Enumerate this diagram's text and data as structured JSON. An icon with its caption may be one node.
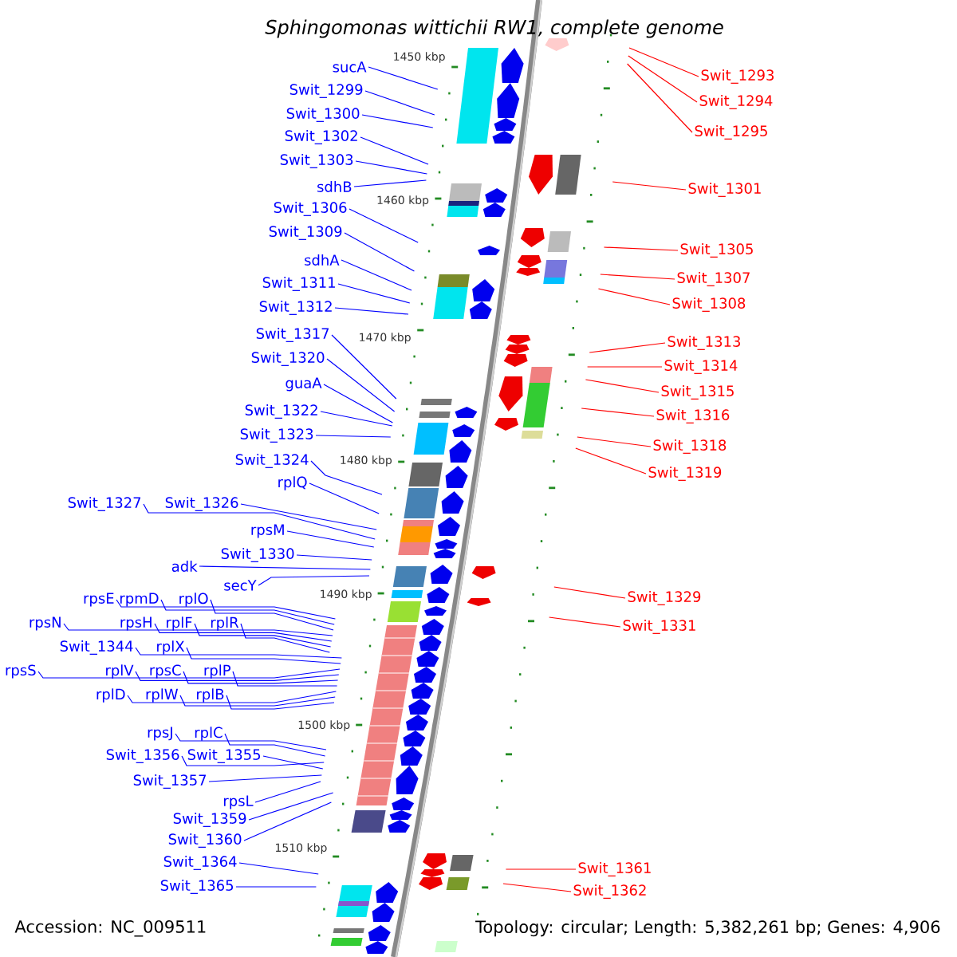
{
  "diagram": {
    "title": "Sphingomonas wittichii RW1, complete genome",
    "nodes": [
      {
        "text": [
          "sucA"
        ]
      },
      {
        "text": [
          "Swit_1299"
        ]
      },
      {
        "text": [
          "Swit_1300"
        ]
      },
      {
        "text": [
          "Swit_1302"
        ]
      },
      {
        "text": [
          "Swit_1303"
        ]
      },
      {
        "text": [
          "sdhB"
        ]
      },
      {
        "text": [
          "Swit_1306"
        ]
      },
      {
        "text": [
          "Swit_1309"
        ]
      },
      {
        "text": [
          "sdhA"
        ]
      },
      {
        "text": [
          "Swit_1311"
        ]
      },
      {
        "text": [
          "Swit_1312"
        ]
      },
      {
        "text": [
          "Swit_1317"
        ]
      },
      {
        "text": [
          "Swit_1320"
        ]
      },
      {
        "text": [
          "guaA"
        ]
      },
      {
        "text": [
          "Swit_1322"
        ]
      },
      {
        "text": [
          "Swit_1323"
        ]
      },
      {
        "text": [
          "Swit_1324"
        ]
      },
      {
        "text": [
          "rplQ"
        ]
      },
      {
        "text": [
          "Swit_1327"
        ]
      },
      {
        "text": [
          "Swit_1326"
        ]
      },
      {
        "text": [
          "rpsM"
        ]
      },
      {
        "text": [
          "Swit_1330"
        ]
      },
      {
        "text": [
          "adk"
        ]
      },
      {
        "text": [
          "secY"
        ]
      },
      {
        "text": [
          "rpsE"
        ]
      },
      {
        "text": [
          "rpmD"
        ]
      },
      {
        "text": [
          "rplO"
        ]
      },
      {
        "text": [
          "rpsN"
        ]
      },
      {
        "text": [
          "rpsH"
        ]
      },
      {
        "text": [
          "rplF"
        ]
      },
      {
        "text": [
          "rplR"
        ]
      },
      {
        "text": [
          "Swit_1344"
        ]
      },
      {
        "text": [
          "rplX"
        ]
      },
      {
        "text": [
          "rpsS"
        ]
      },
      {
        "text": [
          "rplV"
        ]
      },
      {
        "text": [
          "rpsC"
        ]
      },
      {
        "text": [
          "rplP"
        ]
      },
      {
        "text": [
          "rplD"
        ]
      },
      {
        "text": [
          "rplW"
        ]
      },
      {
        "text": [
          "rplB"
        ]
      },
      {
        "text": [
          "rpsJ"
        ]
      },
      {
        "text": [
          "rplC"
        ]
      },
      {
        "text": [
          "Swit_1356"
        ]
      },
      {
        "text": [
          "Swit_1355"
        ]
      },
      {
        "text": [
          "Swit_1357"
        ]
      },
      {
        "text": [
          "rpsL"
        ]
      },
      {
        "text": [
          "Swit_1359"
        ]
      },
      {
        "text": [
          "Swit_1360"
        ]
      },
      {
        "text": [
          "Swit_1364"
        ]
      },
      {
        "text": [
          "Swit_1365"
        ]
      },
      {
        "text": [
          "Swit_1293"
        ]
      },
      {
        "text": [
          "Swit_1294"
        ]
      },
      {
        "text": [
          "Swit_1295"
        ]
      },
      {
        "text": [
          "Swit_1301"
        ]
      },
      {
        "text": [
          "Swit_1305"
        ]
      },
      {
        "text": [
          "Swit_1307"
        ]
      },
      {
        "text": [
          "Swit_1308"
        ]
      },
      {
        "text": [
          "Swit_1313"
        ]
      },
      {
        "text": [
          "Swit_1314"
        ]
      },
      {
        "text": [
          "Swit_1315"
        ]
      },
      {
        "text": [
          "Swit_1316"
        ]
      },
      {
        "text": [
          "Swit_1318"
        ]
      },
      {
        "text": [
          "Swit_1319"
        ]
      },
      {
        "text": [
          "Swit_1329"
        ]
      },
      {
        "text": [
          "Swit_1331"
        ]
      },
      {
        "text": [
          "Swit_1361"
        ]
      },
      {
        "text": [
          "Swit_1362"
        ]
      }
    ],
    "edges": [
      {
        "from": 0,
        "to": null,
        "arrow": "none"
      },
      {
        "from": 1,
        "to": null,
        "arrow": "none"
      },
      {
        "from": 2,
        "to": null,
        "arrow": "none"
      },
      {
        "from": 3,
        "to": null,
        "arrow": "none"
      },
      {
        "from": 4,
        "to": null,
        "arrow": "none"
      },
      {
        "from": 5,
        "to": null,
        "arrow": "none"
      },
      {
        "from": 6,
        "to": null,
        "arrow": "none"
      },
      {
        "from": 7,
        "to": null,
        "arrow": "none"
      },
      {
        "from": 8,
        "to": null,
        "arrow": "none"
      },
      {
        "from": 9,
        "to": null,
        "arrow": "none"
      },
      {
        "from": 10,
        "to": null,
        "arrow": "none"
      },
      {
        "from": 11,
        "to": null,
        "arrow": "none"
      },
      {
        "from": 12,
        "to": null,
        "arrow": "none"
      },
      {
        "from": 13,
        "to": null,
        "arrow": "none"
      },
      {
        "from": 14,
        "to": null,
        "arrow": "none"
      },
      {
        "from": 15,
        "to": null,
        "arrow": "none"
      },
      {
        "from": 16,
        "to": null,
        "arrow": "none"
      },
      {
        "from": 17,
        "to": null,
        "arrow": "none"
      },
      {
        "from": 18,
        "to": null,
        "arrow": "none"
      },
      {
        "from": 19,
        "to": null,
        "arrow": "none"
      },
      {
        "from": 20,
        "to": null,
        "arrow": "none"
      },
      {
        "from": 21,
        "to": null,
        "arrow": "none"
      },
      {
        "from": 22,
        "to": null,
        "arrow": "none"
      },
      {
        "from": 23,
        "to": null,
        "arrow": "none"
      },
      {
        "from": 24,
        "to": null,
        "arrow": "none"
      },
      {
        "from": 25,
        "to": null,
        "arrow": "none"
      },
      {
        "from": 26,
        "to": null,
        "arrow": "none"
      },
      {
        "from": 27,
        "to": null,
        "arrow": "none"
      },
      {
        "from": 28,
        "to": null,
        "arrow": "none"
      },
      {
        "from": 29,
        "to": null,
        "arrow": "none"
      },
      {
        "from": 30,
        "to": null,
        "arrow": "none"
      },
      {
        "from": 31,
        "to": null,
        "arrow": "none"
      },
      {
        "from": 32,
        "to": null,
        "arrow": "none"
      },
      {
        "from": 33,
        "to": null,
        "arrow": "none"
      },
      {
        "from": 34,
        "to": null,
        "arrow": "none"
      },
      {
        "from": 35,
        "to": null,
        "arrow": "none"
      },
      {
        "from": 36,
        "to": null,
        "arrow": "none"
      },
      {
        "from": 37,
        "to": null,
        "arrow": "none"
      },
      {
        "from": 38,
        "to": null,
        "arrow": "none"
      },
      {
        "from": 39,
        "to": null,
        "arrow": "none"
      },
      {
        "from": 40,
        "to": null,
        "arrow": "none"
      },
      {
        "from": 41,
        "to": null,
        "arrow": "none"
      },
      {
        "from": 42,
        "to": null,
        "arrow": "none"
      },
      {
        "from": 43,
        "to": null,
        "arrow": "none"
      },
      {
        "from": 44,
        "to": null,
        "arrow": "none"
      },
      {
        "from": 45,
        "to": null,
        "arrow": "none"
      },
      {
        "from": 46,
        "to": null,
        "arrow": "none"
      },
      {
        "from": 47,
        "to": null,
        "arrow": "none"
      },
      {
        "from": 48,
        "to": null,
        "arrow": "none"
      },
      {
        "from": 49,
        "to": null,
        "arrow": "none"
      },
      {
        "from": 50,
        "to": null,
        "arrow": "none",
        "color": "#ff0000"
      },
      {
        "from": 51,
        "to": null,
        "arrow": "none",
        "color": "#ff0000"
      },
      {
        "from": 52,
        "to": null,
        "arrow": "none",
        "color": "#ff0000"
      },
      {
        "from": 53,
        "to": null,
        "arrow": "none",
        "color": "#ff0000"
      },
      {
        "from": 54,
        "to": null,
        "arrow": "none",
        "color": "#ff0000"
      },
      {
        "from": 55,
        "to": null,
        "arrow": "none",
        "color": "#ff0000"
      },
      {
        "from": 56,
        "to": null,
        "arrow": "none",
        "color": "#ff0000"
      },
      {
        "from": 57,
        "to": null,
        "arrow": "none",
        "color": "#ff0000"
      },
      {
        "from": 58,
        "to": null,
        "arrow": "none",
        "color": "#ff0000"
      },
      {
        "from": 59,
        "to": null,
        "arrow": "none",
        "color": "#ff0000"
      },
      {
        "from": 60,
        "to": null,
        "arrow": "none",
        "color": "#ff0000"
      },
      {
        "from": 61,
        "to": null,
        "arrow": "none",
        "color": "#ff0000"
      },
      {
        "from": 62,
        "to": null,
        "arrow": "none",
        "color": "#ff0000"
      },
      {
        "from": 63,
        "to": null,
        "arrow": "none",
        "color": "#ff0000"
      },
      {
        "from": 64,
        "to": null,
        "arrow": "none",
        "color": "#ff0000"
      },
      {
        "from": 65,
        "to": null,
        "arrow": "none",
        "color": "#ff0000"
      },
      {
        "from": 66,
        "to": null,
        "arrow": "none",
        "color": "#ff0000"
      }
    ],
    "labels": [
      "1450 kbp",
      "1460 kbp",
      "1470 kbp",
      "1480 kbp",
      "1490 kbp",
      "1500 kbp",
      "1510 kbp",
      "Accession: NC_009511",
      "Topology: circular; Length: 5,382,261 bp; Genes: 4,906"
    ]
  }
}
